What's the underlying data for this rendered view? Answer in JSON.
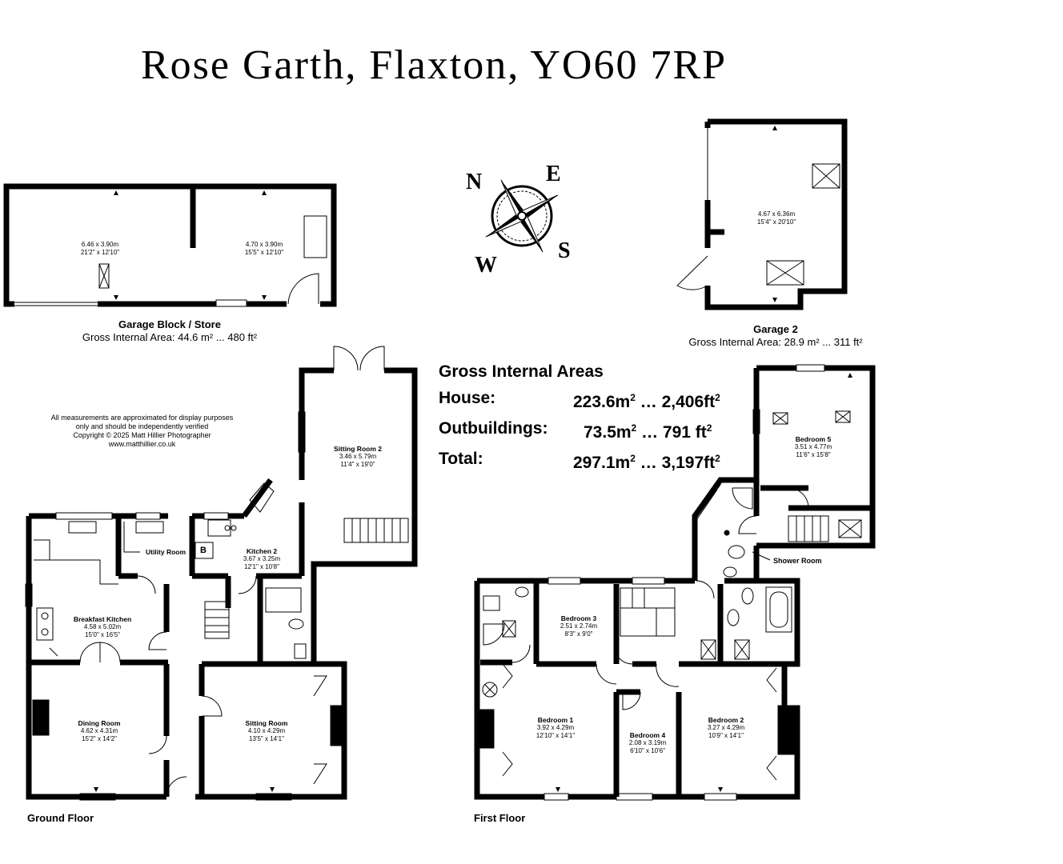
{
  "title": "Rose Garth, Flaxton, YO60 7RP",
  "compass": {
    "n": "N",
    "e": "E",
    "s": "S",
    "w": "W"
  },
  "disclaimer": {
    "line1": "All measurements are approximated for display purposes",
    "line2": "only and should be independently verified",
    "line3": "Copyright © 2025 Matt Hillier Photographer",
    "line4": "www.matthillier.co.uk"
  },
  "garage_block": {
    "name": "Garage Block / Store",
    "area": "Gross Internal Area: 44.6 m² ... 480 ft²",
    "room_a": {
      "metric": "6.46 x 3.90m",
      "imperial": "21'2\" x 12'10\""
    },
    "room_b": {
      "metric": "4.70 x 3.90m",
      "imperial": "15'5\" x 12'10\""
    }
  },
  "garage2": {
    "name": "Garage 2",
    "area": "Gross Internal Area: 28.9 m² ... 311 ft²",
    "metric": "4.67 x 6.36m",
    "imperial": "15'4\" x 20'10\""
  },
  "gross_internal_areas": {
    "heading": "Gross Internal Areas",
    "rows": [
      {
        "label": "House:",
        "m2": "223.6m",
        "ft2": "… 2,406ft"
      },
      {
        "label": "Outbuildings:",
        "m2": "73.5m",
        "ft2": "… 791 ft"
      },
      {
        "label": "Total:",
        "m2": "297.1m",
        "ft2": "… 3,197ft"
      }
    ],
    "superscript": "2"
  },
  "ground_floor": {
    "label": "Ground Floor",
    "sitting_room_2": {
      "name": "Sitting Room 2",
      "metric": "3.46 x 5.79m",
      "imperial": "11'4\" x 19'0\""
    },
    "utility": {
      "name": "Utility Room"
    },
    "boiler": "B",
    "kitchen_2": {
      "name": "Kitchen 2",
      "metric": "3.67 x 3.25m",
      "imperial": "12'1\" x 10'8\""
    },
    "breakfast_kitchen": {
      "name": "Breakfast Kitchen",
      "metric": "4.58 x 5.02m",
      "imperial": "15'0\" x 16'5\""
    },
    "dining_room": {
      "name": "Dining Room",
      "metric": "4.62 x 4.31m",
      "imperial": "15'2\" x 14'2\""
    },
    "sitting_room": {
      "name": "Sitting Room",
      "metric": "4.10 x 4.29m",
      "imperial": "13'5\" x 14'1\""
    }
  },
  "first_floor": {
    "label": "First Floor",
    "bedroom_5": {
      "name": "Bedroom 5",
      "metric": "3.51 x 4.77m",
      "imperial": "11'6\" x 15'8\""
    },
    "shower_room": {
      "name": "Shower Room"
    },
    "bedroom_3": {
      "name": "Bedroom 3",
      "metric": "2.51 x 2.74m",
      "imperial": "8'3\" x 9'0\""
    },
    "bedroom_1": {
      "name": "Bedroom 1",
      "metric": "3.92 x 4.29m",
      "imperial": "12'10\" x 14'1\""
    },
    "bedroom_4": {
      "name": "Bedroom 4",
      "metric": "2.08 x 3.19m",
      "imperial": "6'10\" x 10'6\""
    },
    "bedroom_2": {
      "name": "Bedroom 2",
      "metric": "3.27 x 4.29m",
      "imperial": "10'9\" x 14'1\""
    }
  }
}
